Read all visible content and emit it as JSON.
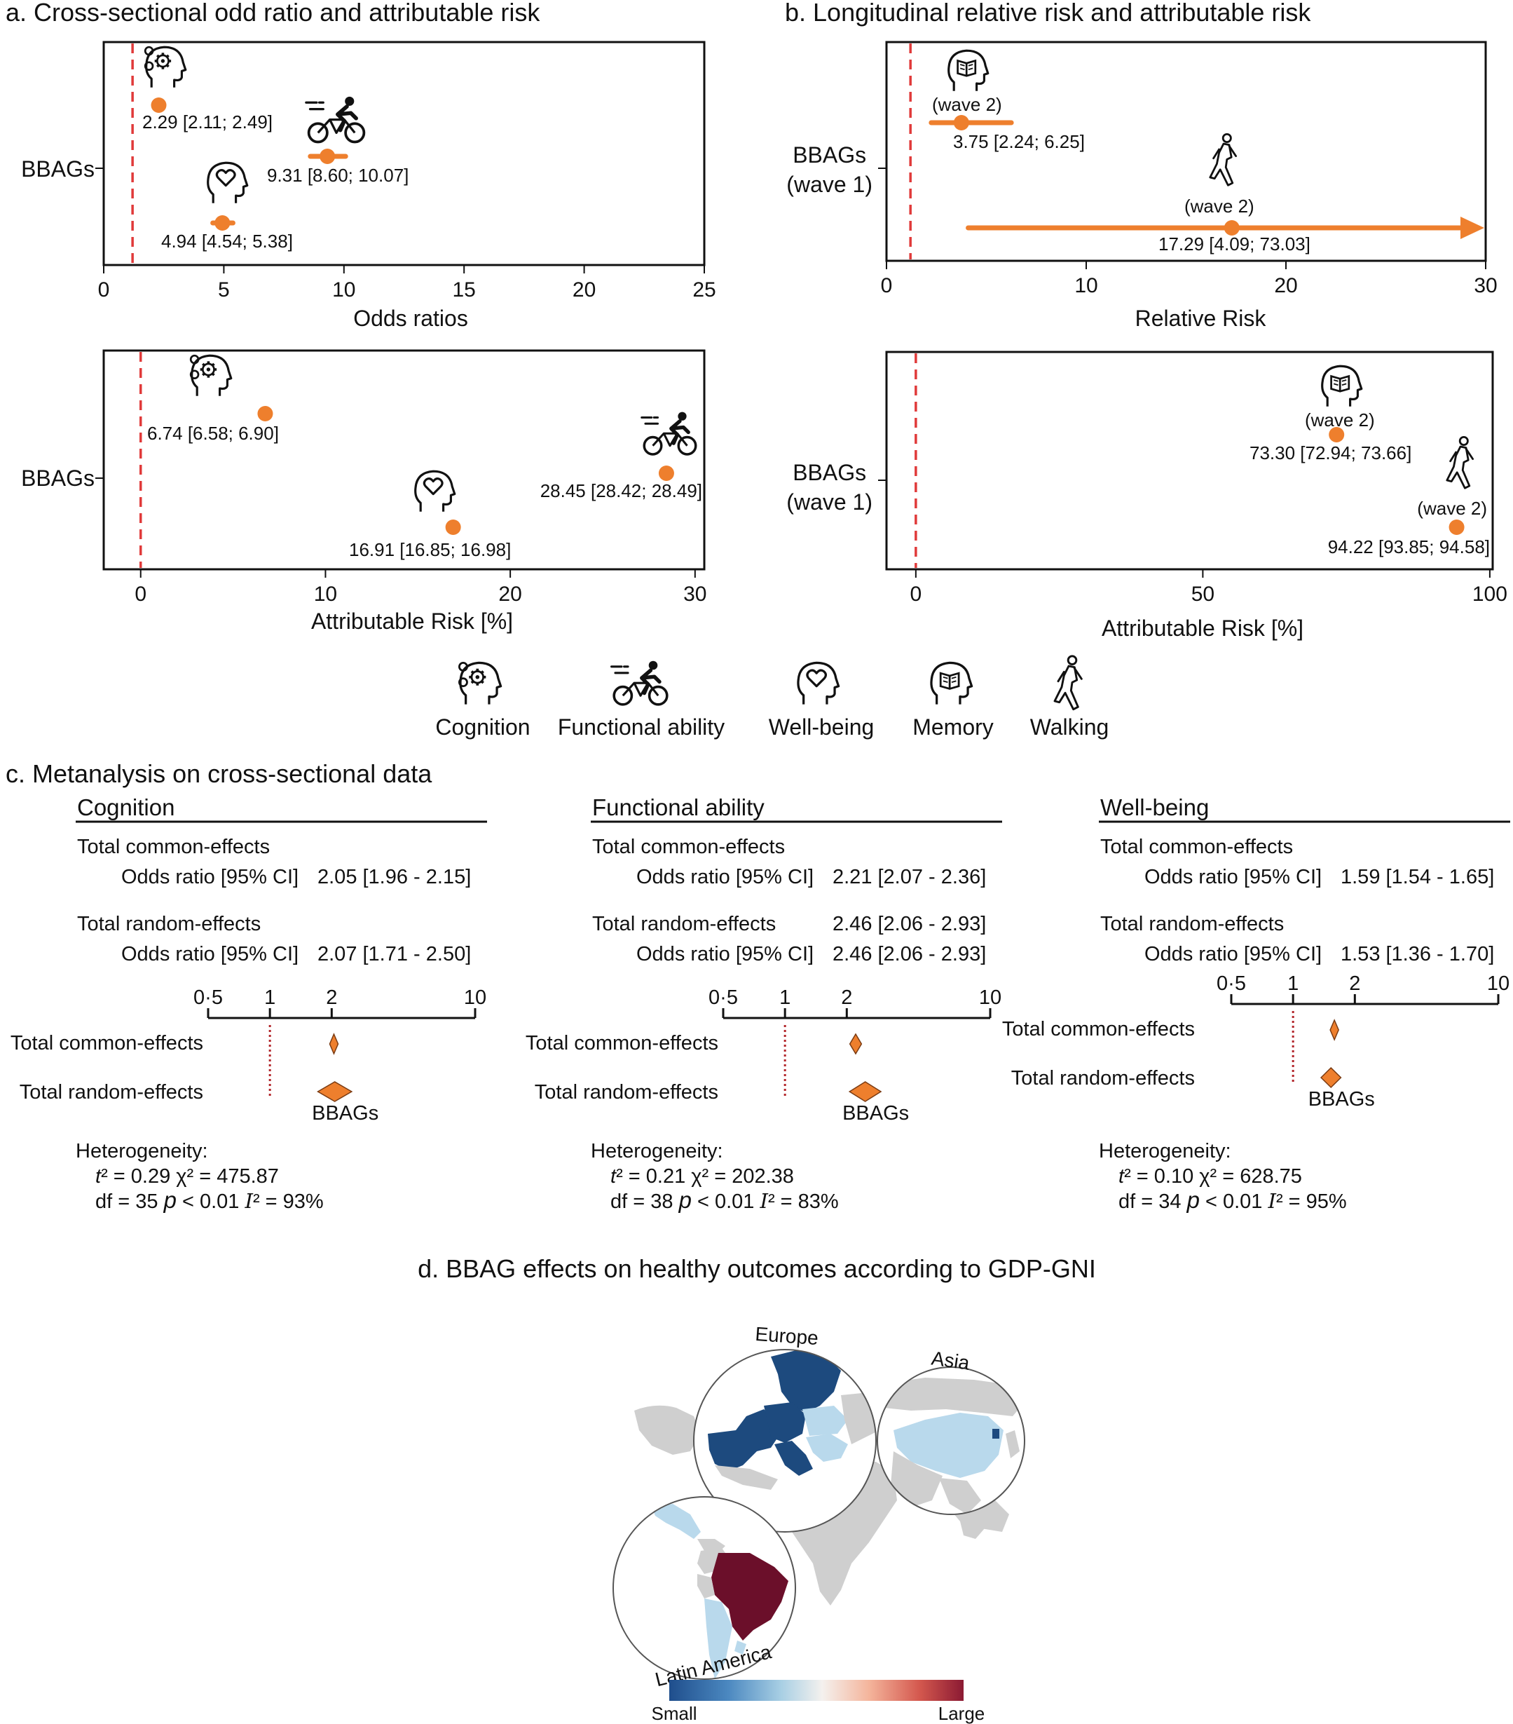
{
  "colors": {
    "point": "#ee7f2d",
    "refline": "#e03a3a",
    "dotted": "#b3262b",
    "axis": "#111111"
  },
  "chart_data": [
    {
      "id": "a-odds",
      "type": "scatter",
      "title": "a.  Cross-sectional odd ratio and attributable risk",
      "xlabel": "Odds ratios",
      "ylabel": "BBAGs",
      "xlim": [
        0,
        25
      ],
      "xticks": [
        0,
        5,
        10,
        15,
        20,
        25
      ],
      "reference": 1.2,
      "points": [
        {
          "outcome": "Cognition",
          "icon": "head-gears-icon",
          "value": 2.29,
          "ci": [
            2.11,
            2.49
          ],
          "label": "2.29 [2.11; 2.49]",
          "row": 0
        },
        {
          "outcome": "Functional ability",
          "icon": "cyclist-icon",
          "value": 9.31,
          "ci": [
            8.6,
            10.07
          ],
          "label": "9.31 [8.60; 10.07]",
          "row": 1
        },
        {
          "outcome": "Well-being",
          "icon": "head-heart-icon",
          "value": 4.94,
          "ci": [
            4.54,
            5.38
          ],
          "label": "4.94 [4.54; 5.38]",
          "row": 2
        }
      ]
    },
    {
      "id": "a-ar",
      "type": "scatter",
      "xlabel": "Attributable Risk [%]",
      "ylabel": "BBAGs",
      "xlim": [
        -2,
        30.5
      ],
      "xticks": [
        0,
        10,
        20,
        30
      ],
      "reference": 0,
      "points": [
        {
          "outcome": "Cognition",
          "icon": "head-gears-icon",
          "value": 6.74,
          "ci": [
            6.58,
            6.9
          ],
          "label": "6.74 [6.58; 6.90]",
          "row": 0
        },
        {
          "outcome": "Functional ability",
          "icon": "cyclist-icon",
          "value": 28.45,
          "ci": [
            28.42,
            28.49
          ],
          "label": "28.45 [28.42; 28.49]",
          "row": 1
        },
        {
          "outcome": "Well-being",
          "icon": "head-heart-icon",
          "value": 16.91,
          "ci": [
            16.85,
            16.98
          ],
          "label": "16.91 [16.85; 16.98]",
          "row": 2
        }
      ]
    },
    {
      "id": "b-rr",
      "type": "scatter",
      "title": "b.  Longitudinal relative risk and attributable risk",
      "xlabel": "Relative Risk",
      "ylabel": "BBAGs\n(wave 1)",
      "xlim": [
        0,
        30
      ],
      "xticks": [
        0,
        10,
        20,
        30
      ],
      "reference": 1.2,
      "points": [
        {
          "outcome": "Memory",
          "icon": "head-book-icon",
          "wave": "(wave 2)",
          "value": 3.75,
          "ci": [
            2.24,
            6.25
          ],
          "label": "3.75 [2.24; 6.25]",
          "row": 0
        },
        {
          "outcome": "Walking",
          "icon": "walker-icon",
          "wave": "(wave 2)",
          "value": 17.29,
          "ci": [
            4.09,
            73.03
          ],
          "label": "17.29 [4.09; 73.03]",
          "row": 1
        }
      ]
    },
    {
      "id": "b-ar",
      "type": "scatter",
      "xlabel": "Attributable Risk [%]",
      "ylabel": "BBAGs\n(wave 1)",
      "xlim": [
        -4.5,
        100.5
      ],
      "xticks": [
        0,
        50,
        100
      ],
      "reference": 0,
      "points": [
        {
          "outcome": "Memory",
          "icon": "head-book-icon",
          "wave": "(wave 2)",
          "value": 73.3,
          "ci": [
            72.94,
            73.66
          ],
          "label": "73.30 [72.94; 73.66]",
          "row": 0
        },
        {
          "outcome": "Walking",
          "icon": "walker-icon",
          "wave": "(wave 2)",
          "value": 94.22,
          "ci": [
            93.85,
            94.58
          ],
          "label": "94.22 [93.85; 94.58]",
          "row": 1
        }
      ]
    },
    {
      "id": "c-meta",
      "type": "forest",
      "title": "c. Metanalysis on cross-sectional data",
      "xscale": "log",
      "xticks": [
        "0·5",
        "1",
        "2",
        "10"
      ],
      "reference": 1,
      "panels": [
        {
          "name": "Cognition",
          "common_label": "Total common-effects",
          "common_or": "Odds ratio [95% CI]",
          "common_val": "2.05 [1.96 - 2.15]",
          "common": {
            "value": 2.05,
            "ci": [
              1.96,
              2.15
            ]
          },
          "random_label": "Total random-effects",
          "random_extra": "",
          "random_or": "Odds ratio [95% CI]",
          "random_val": "2.07 [1.71 - 2.50]",
          "random": {
            "value": 2.07,
            "ci": [
              1.71,
              2.5
            ]
          },
          "group": "BBAGs",
          "het_title": "Heterogeneity:",
          "tau2": "0.29",
          "chi2": "475.87",
          "df": "35",
          "p": "< 0.01",
          "i2": "93%"
        },
        {
          "name": "Functional ability",
          "common_label": "Total common-effects",
          "common_or": "Odds ratio [95% CI]",
          "common_val": "2.21 [2.07 - 2.36]",
          "common": {
            "value": 2.21,
            "ci": [
              2.07,
              2.36
            ]
          },
          "random_label": "Total random-effects",
          "random_extra": "2.46 [2.06 - 2.93]",
          "random_or": "Odds ratio [95% CI]",
          "random_val": "2.46 [2.06 - 2.93]",
          "random": {
            "value": 2.46,
            "ci": [
              2.06,
              2.93
            ]
          },
          "group": "BBAGs",
          "het_title": "Heterogeneity:",
          "tau2": "0.21",
          "chi2": "202.38",
          "df": "38",
          "p": "< 0.01",
          "i2": "83%"
        },
        {
          "name": "Well-being",
          "common_label": "Total common-effects",
          "common_or": "Odds ratio [95% CI]",
          "common_val": "1.59 [1.54 - 1.65]",
          "common": {
            "value": 1.59,
            "ci": [
              1.54,
              1.65
            ]
          },
          "random_label": "Total random-effects",
          "random_extra": "",
          "random_or": "Odds ratio [95% CI]",
          "random_val": "1.53 [1.36 - 1.70]",
          "random": {
            "value": 1.53,
            "ci": [
              1.36,
              1.7
            ]
          },
          "group": "BBAGs",
          "het_title": "Heterogeneity:",
          "tau2": "0.10",
          "chi2": "628.75",
          "df": "34",
          "p": "< 0.01",
          "i2": "95%"
        }
      ]
    }
  ],
  "legend": [
    {
      "label": "Cognition",
      "icon": "head-gears-icon"
    },
    {
      "label": "Functional ability",
      "icon": "cyclist-icon"
    },
    {
      "label": "Well-being",
      "icon": "head-heart-icon"
    },
    {
      "label": "Memory",
      "icon": "head-book-icon"
    },
    {
      "label": "Walking",
      "icon": "walker-icon"
    }
  ],
  "map": {
    "title": "d. BBAG effects on healthy outcomes according to GDP-GNI",
    "regions": [
      {
        "name": "Europe",
        "effect": "small",
        "color": "#1d4a7e"
      },
      {
        "name": "Asia",
        "effect": "small-moderate",
        "color": "#b9d9ec"
      },
      {
        "name": "Latin America",
        "effect": "large (Brazil)",
        "color": "#6b0f2a"
      }
    ],
    "scale_low": "Small",
    "scale_high": "Large",
    "scale_colors": [
      "#1f4e8c",
      "#4b88c0",
      "#a8cfe4",
      "#f4f1ee",
      "#f4b49b",
      "#d4584e",
      "#8b1a33"
    ]
  }
}
